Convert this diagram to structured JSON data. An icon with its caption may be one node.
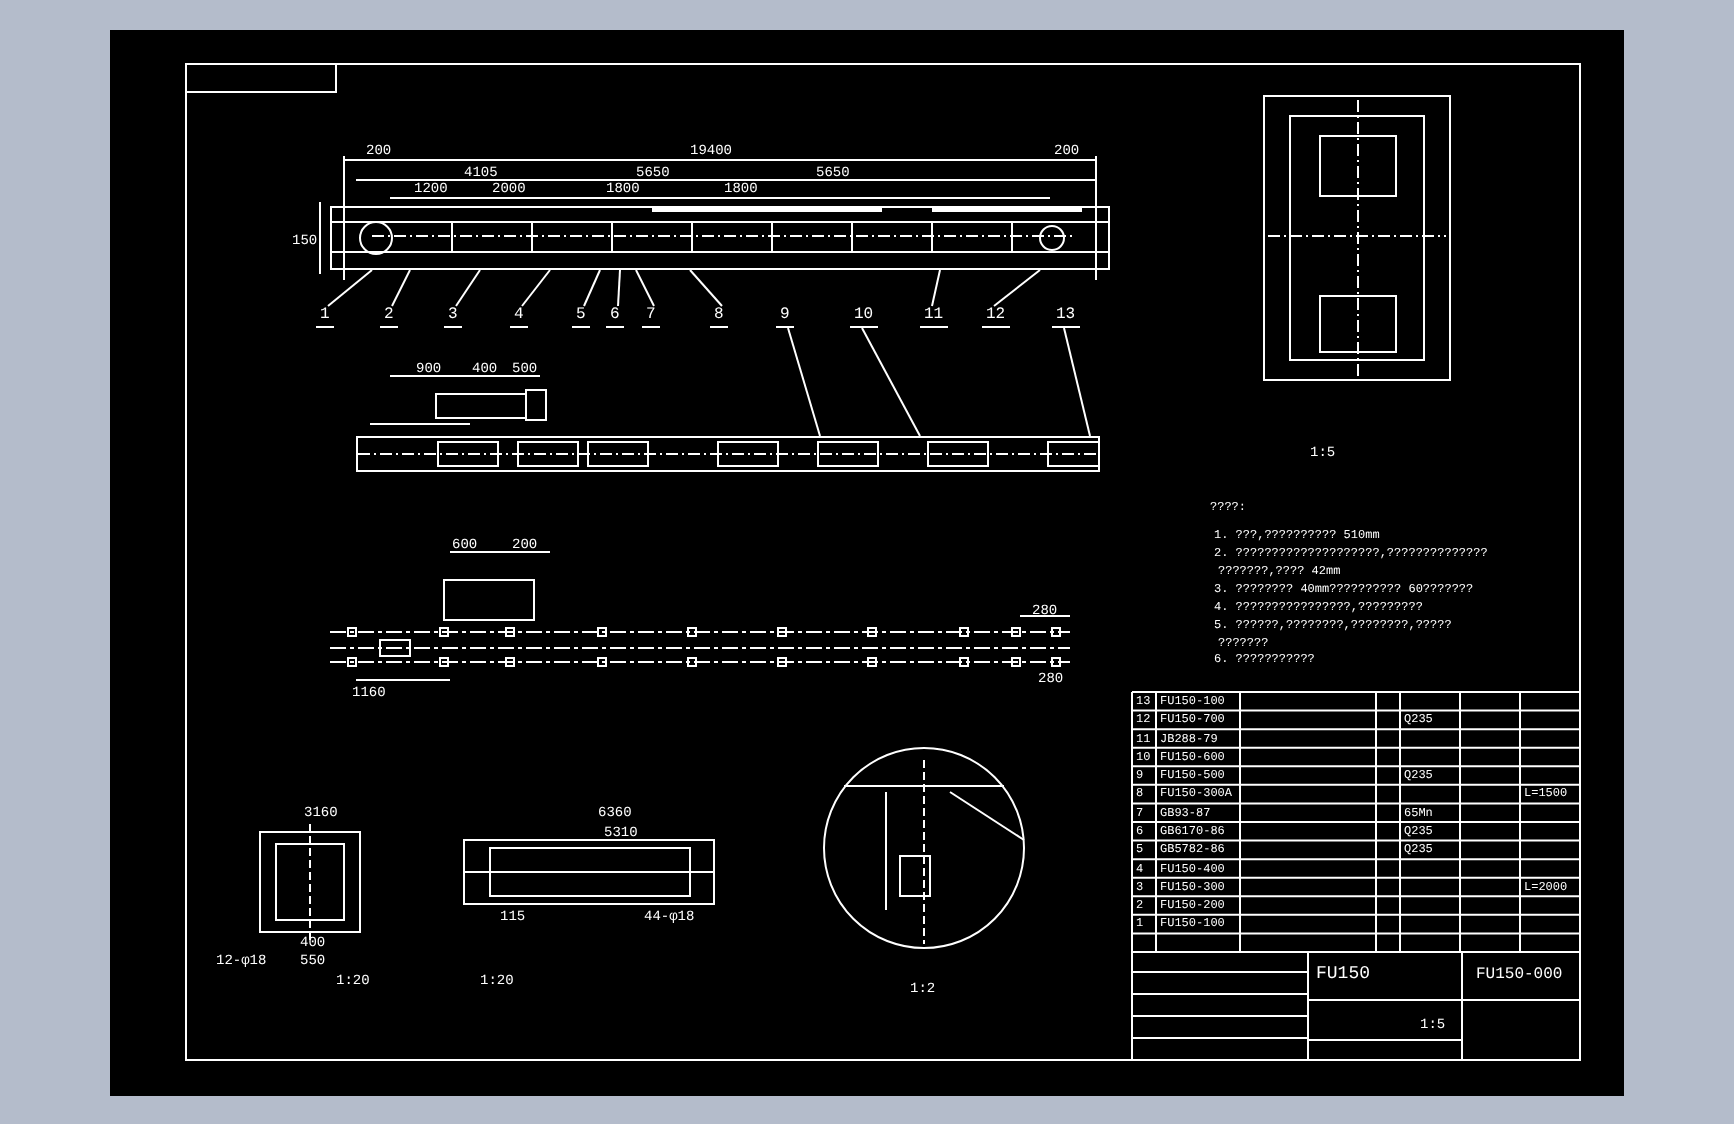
{
  "diagram": {
    "nodes": [
      {
        "text": [],
        "shape": "bar"
      },
      {
        "text": [
          "1"
        ]
      },
      {
        "text": [
          "2"
        ]
      },
      {
        "text": [
          "3"
        ]
      },
      {
        "text": [
          "4"
        ]
      },
      {
        "text": [
          "5"
        ]
      },
      {
        "text": [
          "6"
        ]
      },
      {
        "text": [
          "7"
        ]
      },
      {
        "text": [
          "8"
        ]
      },
      {
        "text": [
          "9"
        ]
      },
      {
        "text": [
          "10"
        ]
      },
      {
        "text": [
          "11"
        ]
      },
      {
        "text": [
          "12"
        ]
      },
      {
        "text": [
          "13"
        ]
      },
      {
        "text": [],
        "shape": "bar"
      }
    ],
    "edges": [
      {
        "from": 1,
        "to": 0,
        "arrow": "none"
      },
      {
        "from": 2,
        "to": 0,
        "arrow": "none"
      },
      {
        "from": 3,
        "to": 0,
        "arrow": "none"
      },
      {
        "from": 4,
        "to": 0,
        "arrow": "none"
      },
      {
        "from": 5,
        "to": 0,
        "arrow": "none"
      },
      {
        "from": 6,
        "to": 0,
        "arrow": "none"
      },
      {
        "from": 7,
        "to": 0,
        "arrow": "none"
      },
      {
        "from": 8,
        "to": 0,
        "arrow": "none"
      },
      {
        "from": 9,
        "to": 14,
        "arrow": "none"
      },
      {
        "from": 10,
        "to": 14,
        "arrow": "none"
      },
      {
        "from": 11,
        "to": 0,
        "arrow": "none"
      },
      {
        "from": 12,
        "to": 0,
        "arrow": "none"
      },
      {
        "from": 13,
        "to": 14,
        "arrow": "none"
      }
    ],
    "labels": [
      "200",
      "19400",
      "200",
      "4105",
      "5650",
      "5650",
      "1200",
      "2000",
      "1800",
      "1800",
      "150",
      "900",
      "400",
      "500",
      "600",
      "200",
      "280",
      "280",
      "1160",
      "1:5",
      "????:",
      "1. ???,?????????? 510mm",
      "2. ????????????????????,??????????????",
      "???????,???? 42mm",
      "3. ???????? 40mm?????????? 60???????",
      "4. ????????????????,?????????",
      "5. ??????,????????,????????,?????",
      "???????",
      "6. ???????????",
      "3160",
      "400",
      "12-φ18",
      "550",
      "1:20",
      "6360",
      "5310",
      "115",
      "44-φ18",
      "1:20",
      "1:2",
      "13",
      "FU150-100",
      "12",
      "FU150-700",
      "Q235",
      "11",
      "JB288-79",
      "10",
      "FU150-600",
      "9",
      "FU150-500",
      "Q235",
      "8",
      "FU150-300A",
      "L=1500",
      "7",
      "GB93-87",
      "65Mn",
      "6",
      "GB6170-86",
      "Q235",
      "5",
      "GB5782-86",
      "Q235",
      "4",
      "FU150-400",
      "3",
      "FU150-300",
      "L=2000",
      "2",
      "FU150-200",
      "1",
      "FU150-100",
      "FU150",
      "FU150-000",
      "1:5"
    ]
  }
}
